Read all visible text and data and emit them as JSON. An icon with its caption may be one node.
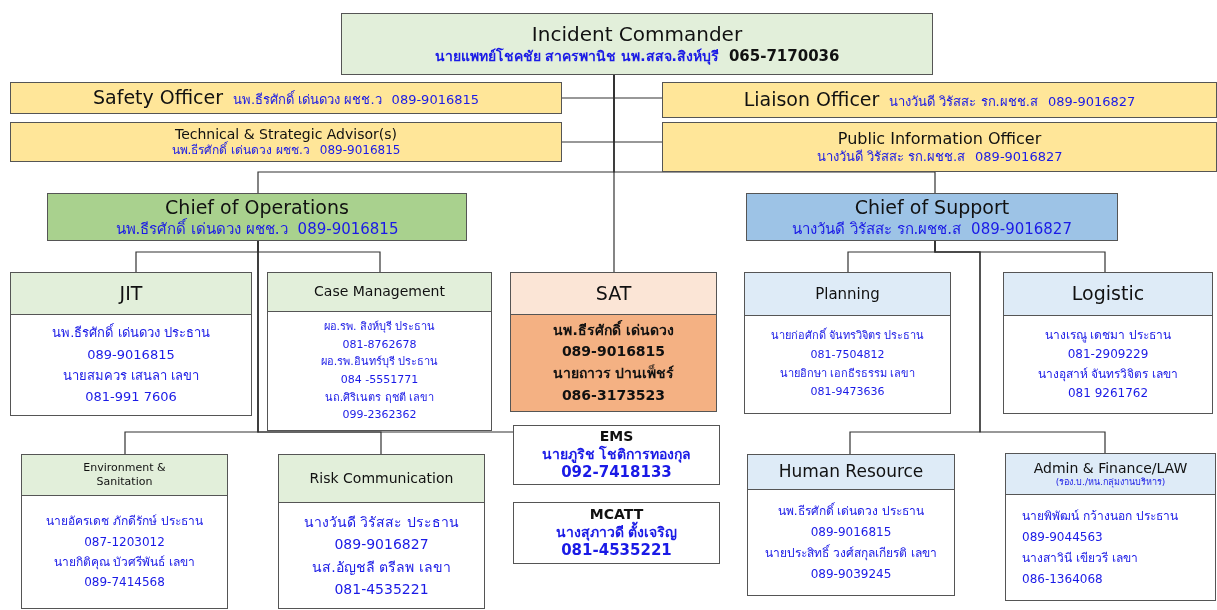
{
  "diagram": {
    "nodes": [
      {
        "text": [
          "Incident Commander",
          "นายแพทย์โชคชัย สาครพานิช นพ.สสจ.สิงห์บุรี",
          "065-7170036"
        ]
      },
      {
        "text": [
          "Safety Officer",
          "นพ.ธีรศักดิ์ เด่นดวง ผชช.ว",
          "089-9016815"
        ]
      },
      {
        "text": [
          "Liaison Officer",
          "นางวันดี วิรัสสะ รก.ผชช.ส",
          "089-9016827"
        ]
      },
      {
        "text": [
          "Technical & Strategic Advisor(s)",
          "นพ.ธีรศักดิ์ เด่นดวง ผชช.ว",
          "089-9016815"
        ]
      },
      {
        "text": [
          "Public Information Officer",
          "นางวันดี วิรัสสะ รก.ผชช.ส",
          "089-9016827"
        ]
      },
      {
        "text": [
          "Chief of Operations",
          "นพ.ธีรศักดิ์ เด่นดวง ผชช.ว",
          "089-9016815"
        ]
      },
      {
        "text": [
          "Chief of Support",
          "นางวันดี วิรัสสะ รก.ผชช.ส",
          "089-9016827"
        ]
      },
      {
        "text": [
          "JIT",
          "นพ.ธีรศักดิ์ เด่นดวง ประธาน",
          "089-9016815",
          "นายสมควร เสนลา เลขา",
          "081-991 7606"
        ]
      },
      {
        "text": [
          "Case Management",
          "ผอ.รพ. สิงห์บุรี ประธาน",
          "081-8762678",
          "ผอ.รพ.อินทร์บุรี ประธาน",
          "084 -5551771",
          "นถ.ศิริเนตร ฤชตี เลขา",
          "099-2362362"
        ]
      },
      {
        "text": [
          "SAT",
          "นพ.ธีรศักดิ์ เด่นดวง",
          "089-9016815",
          "นายถาวร ปานเพ็ชร์",
          "086-3173523"
        ]
      },
      {
        "text": [
          "Planning",
          "นายก่อศักดิ์ จันทรวิจิตร ประธาน",
          "081-7504812",
          "นายอิกษา เอกธีรธรรม เลขา",
          "081-9473636"
        ]
      },
      {
        "text": [
          "Logistic",
          "นางเรณู เดชมา ประธาน",
          "081-2909229",
          "นางอุสาห์ จันทรวิจิตร เลขา",
          "081 9261762"
        ]
      },
      {
        "text": [
          "EMS",
          "นายภูริช โชติการทองกุล",
          "092-7418133"
        ]
      },
      {
        "text": [
          "MCATT",
          "นางสุภาวดี ตั้งเจริญ",
          "081-4535221"
        ]
      },
      {
        "text": [
          "Environment & Sanitation",
          "นายอัครเดช ภักดีรักษ์ ประธาน",
          "087-1203012",
          "นายกิติคุณ บัวศรีพันธ์ เลขา",
          "089-7414568"
        ]
      },
      {
        "text": [
          "Risk Communication",
          "นางวันดี วิรัสสะ ประธาน",
          "089-9016827",
          "นส.อัญชลี ตรีลพ เลขา",
          "081-4535221"
        ]
      },
      {
        "text": [
          "Human Resource",
          "นพ.ธีรศักดิ์ เด่นดวง ประธาน",
          "089-9016815",
          "นายประสิทธิ์ วงศ์สกุลเกียรติ เลขา",
          "089-9039245"
        ]
      },
      {
        "text": [
          "Admin & Finance/LAW",
          "(รอง.บ./หน.กลุ่มงานบริหาร)",
          "นายพิพัฒน์ กว้างนอก ประธาน",
          "089-9044563",
          "นางสาวินี เขียวรี เลขา",
          "086-1364068"
        ]
      }
    ],
    "edges": [
      {
        "from": 0,
        "to": 1,
        "arrow": "none"
      },
      {
        "from": 0,
        "to": 2,
        "arrow": "none"
      },
      {
        "from": 0,
        "to": 3,
        "arrow": "none"
      },
      {
        "from": 0,
        "to": 4,
        "arrow": "none"
      },
      {
        "from": 0,
        "to": 5,
        "arrow": "none"
      },
      {
        "from": 0,
        "to": 6,
        "arrow": "none"
      },
      {
        "from": 0,
        "to": 9,
        "arrow": "none"
      },
      {
        "from": 5,
        "to": 7,
        "arrow": "none"
      },
      {
        "from": 5,
        "to": 8,
        "arrow": "none"
      },
      {
        "from": 5,
        "to": 14,
        "arrow": "none"
      },
      {
        "from": 5,
        "to": 15,
        "arrow": "none"
      },
      {
        "from": 5,
        "to": 12,
        "arrow": "none"
      },
      {
        "from": 6,
        "to": 10,
        "arrow": "none"
      },
      {
        "from": 6,
        "to": 11,
        "arrow": "none"
      },
      {
        "from": 6,
        "to": 16,
        "arrow": "none"
      },
      {
        "from": 6,
        "to": 17,
        "arrow": "none"
      }
    ]
  }
}
